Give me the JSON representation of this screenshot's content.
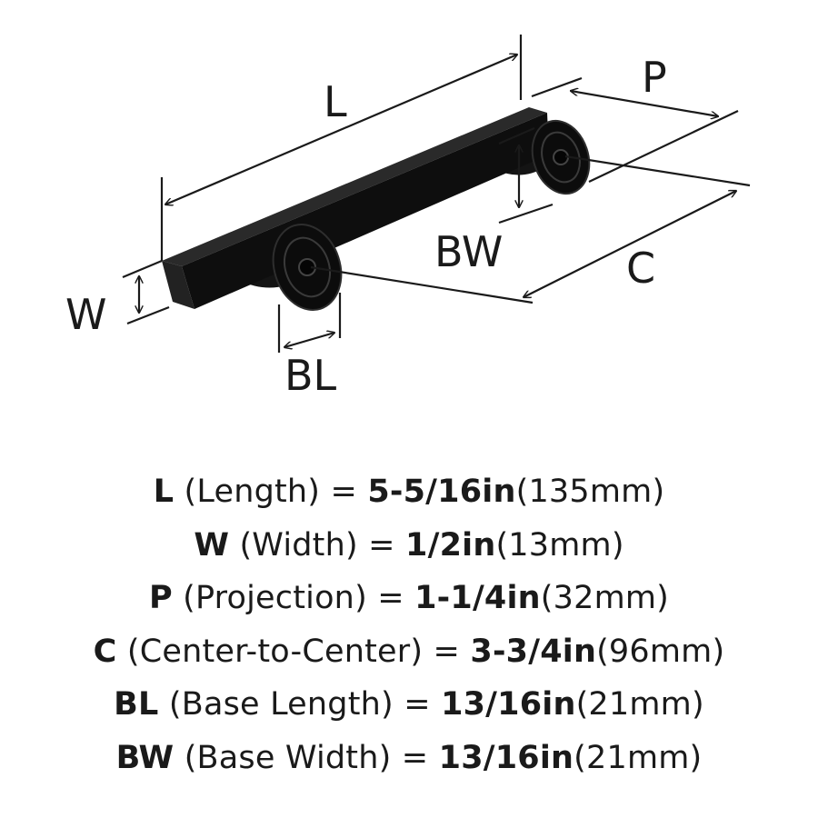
{
  "diagram": {
    "labels": {
      "length": "L",
      "projection": "P",
      "width": "W",
      "base_width": "BW",
      "center_to_center": "C",
      "base_length": "BL"
    }
  },
  "specs": [
    {
      "code": "L",
      "name": "(Length) =",
      "imperial": "5-5/16in",
      "metric": "(135mm)"
    },
    {
      "code": "W",
      "name": "(Width) =",
      "imperial": "1/2in",
      "metric": "(13mm)"
    },
    {
      "code": "P",
      "name": "(Projection) =",
      "imperial": "1-1/4in",
      "metric": "(32mm)"
    },
    {
      "code": "C",
      "name": "(Center-to-Center) =",
      "imperial": "3-3/4in",
      "metric": "(96mm)"
    },
    {
      "code": "BL",
      "name": "(Base Length) =",
      "imperial": "13/16in",
      "metric": "(21mm)"
    },
    {
      "code": "BW",
      "name": "(Base Width) =",
      "imperial": "13/16in",
      "metric": "(21mm)"
    }
  ],
  "colors": {
    "ink": "#1a1a1a",
    "handle": "#111111",
    "background": "#ffffff"
  }
}
